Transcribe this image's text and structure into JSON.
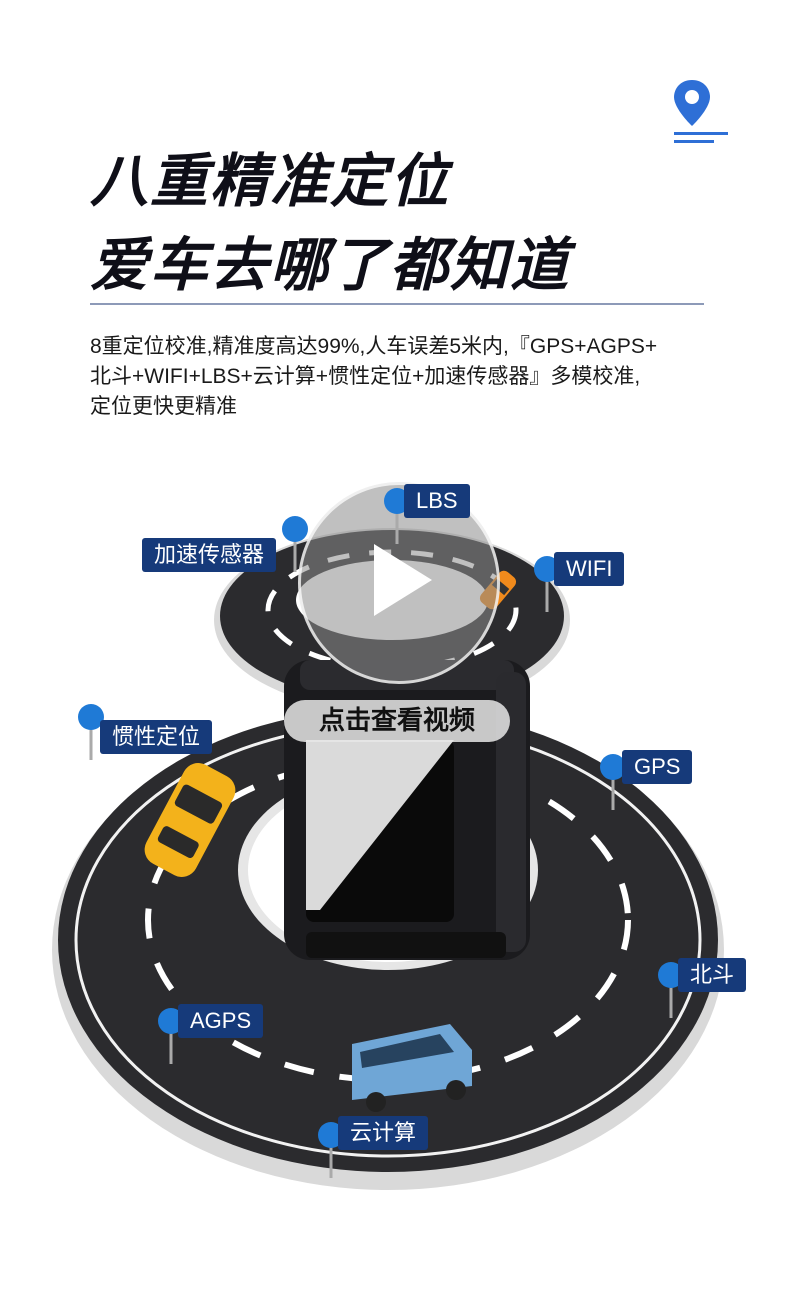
{
  "heading": {
    "line1": "八重精准定位",
    "line2": "爱车去哪了都知道"
  },
  "description": {
    "line1": "8重定位校准,精准度高达99%,人车误差5米内,『GPS+AGPS+",
    "line2": "北斗+WIFI+LBS+云计算+惯性定位+加速传感器』多模校准,",
    "line3": "定位更快更精准"
  },
  "labels": {
    "lbs": "LBS",
    "accel": "加速传感器",
    "wifi": "WIFI",
    "inertial": "惯性定位",
    "gps": "GPS",
    "beidou": "北斗",
    "agps": "AGPS",
    "cloud": "云计算"
  },
  "video": {
    "watch_label": "点击查看视频"
  },
  "colors": {
    "label_bg": "#163a7a",
    "pin_blue": "#1f7ad6",
    "road": "#2b2b2e",
    "heading": "#0f0f18"
  },
  "icons": {
    "corner": "location-pin-icon",
    "play": "play-icon"
  }
}
